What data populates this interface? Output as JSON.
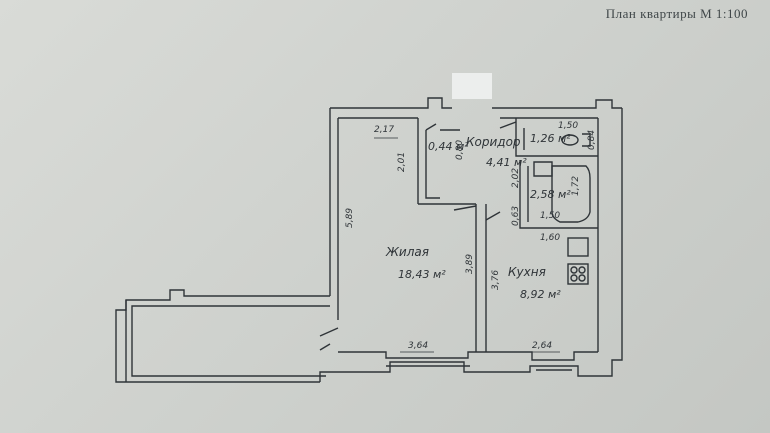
{
  "header": {
    "title": "План квартиры М 1:100"
  },
  "rooms": {
    "living": {
      "name": "Жилая",
      "area": "18,43 м²"
    },
    "corridor": {
      "name": "Коридор",
      "area": "4,41 м²"
    },
    "kitchen": {
      "name": "Кухня",
      "area": "8,92 м²"
    },
    "toilet": {
      "area": "1,26 м²"
    },
    "bath": {
      "area": "2,58 м²"
    },
    "closet": {
      "area": "0,44 м²"
    }
  },
  "dimensions": {
    "living_top": "2,17",
    "closet_side": "2,01",
    "closet_width": "0,80",
    "living_side": "5,89",
    "living_partition": "3,89",
    "kitchen_side": "3,76",
    "living_bottom": "3,64",
    "kitchen_bottom": "2,64",
    "toilet_width": "1,50",
    "toilet_depth": "0,84",
    "bath_side": "2,02",
    "bath_depth": "1,72",
    "bath_width": "1,50",
    "bath_door": "0,63",
    "kitchen_top": "1,60"
  },
  "colors": {
    "paper": "#d4d6d2",
    "ink": "#2f3438",
    "tape": "#eceeed"
  }
}
